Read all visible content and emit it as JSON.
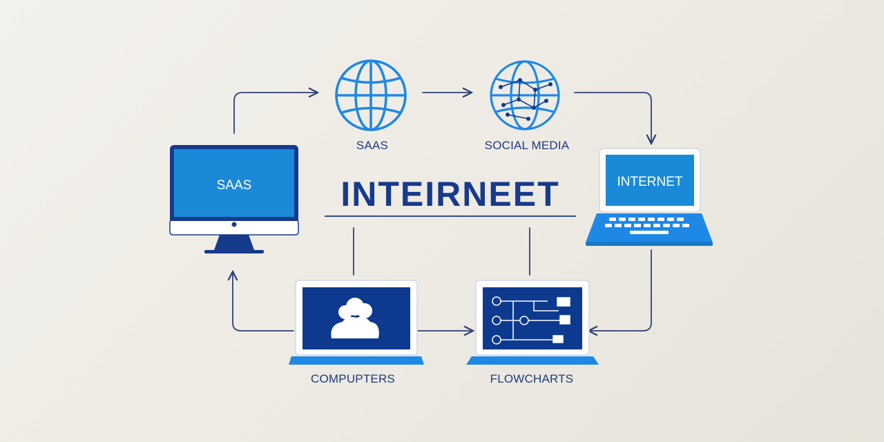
{
  "title": "INTEIRNEET",
  "nodes": {
    "saas_globe": {
      "label": "SAAS",
      "icon": "globe-icon"
    },
    "social_media": {
      "label": "SOCIAL MEDIA",
      "icon": "network-globe-icon"
    },
    "saas_desktop": {
      "screen_text": "SAAS",
      "icon": "desktop-monitor-icon"
    },
    "internet_laptop": {
      "screen_text": "INTERNET",
      "icon": "laptop-icon"
    },
    "computers": {
      "label": "COMPUPTERS",
      "icon": "users-cloud-icon"
    },
    "flowcharts": {
      "label": "FLOWCHARTS",
      "icon": "flowchart-icon"
    }
  },
  "colors": {
    "navy": "#163a8c",
    "bright_blue": "#1e88e5",
    "screen_blue": "#1a8ad8",
    "dark_screen": "#0d3a8e",
    "line": "#2b3f73",
    "background": "#f1efe9"
  }
}
